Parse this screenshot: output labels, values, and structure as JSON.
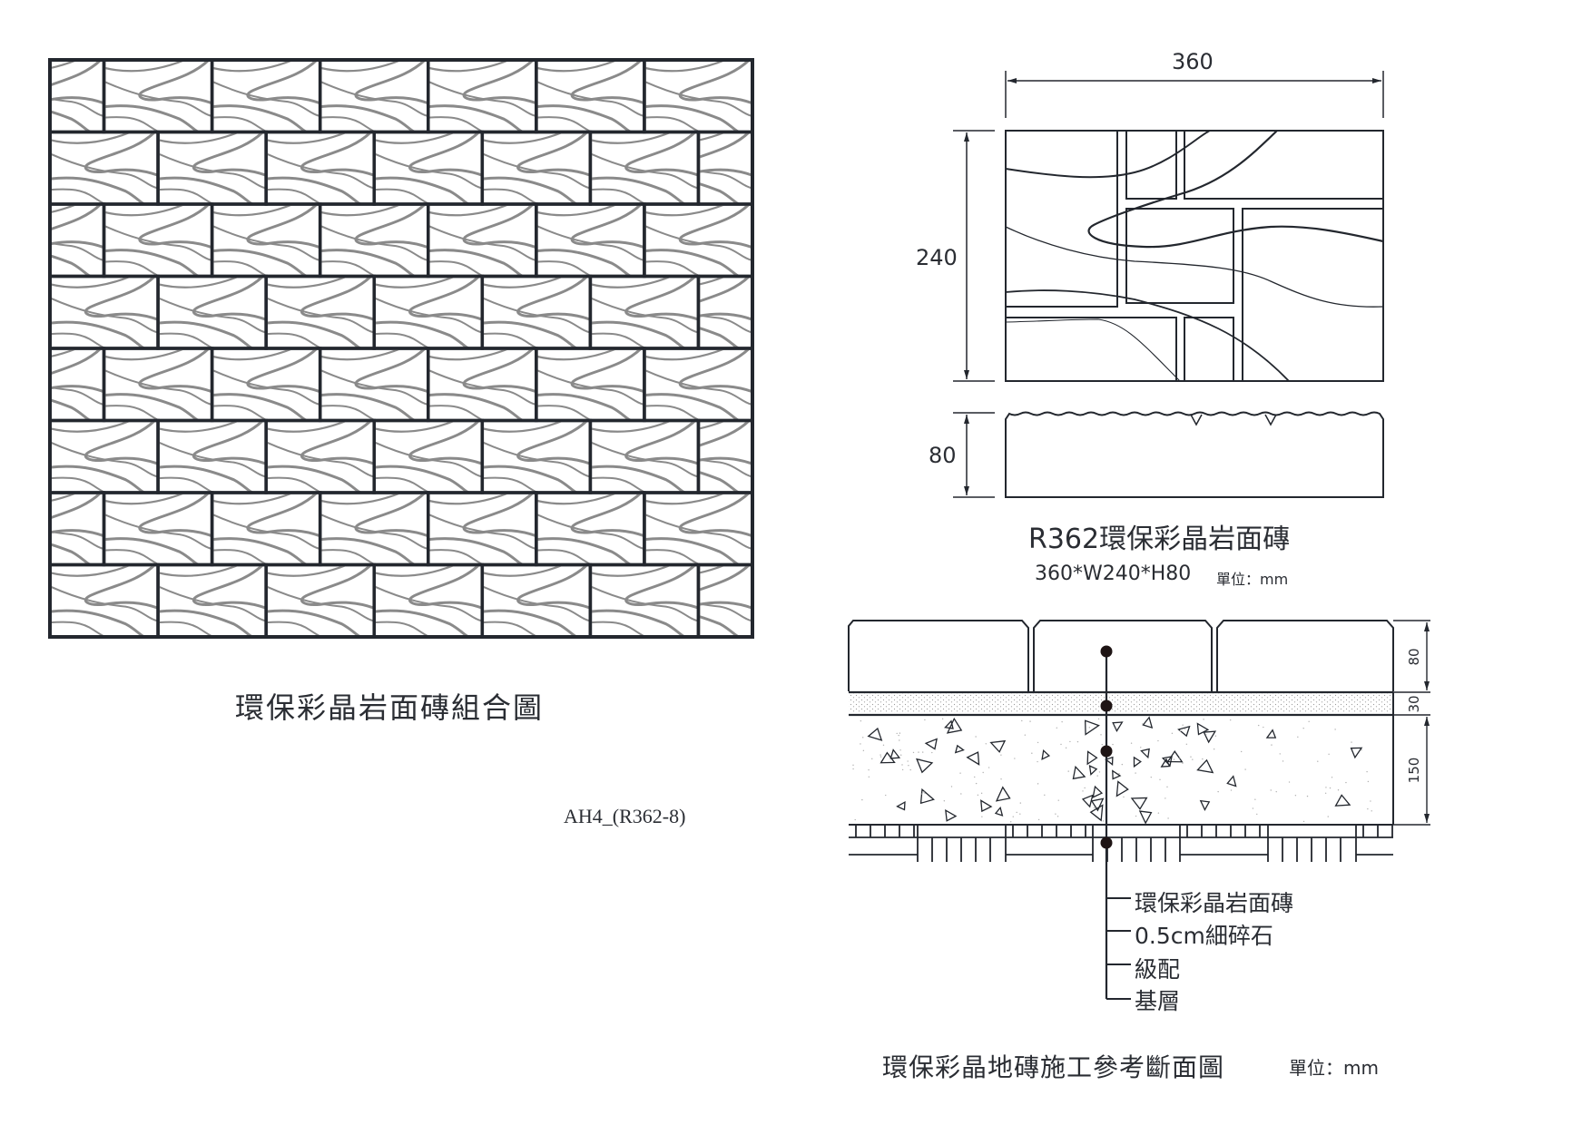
{
  "pattern_view": {
    "caption": "環保彩晶岩面磚組合圖",
    "drawing_code": "AH4_(R362-8)",
    "rows": 8,
    "full_tiles_per_row": 6.5
  },
  "unit_view": {
    "width_dim": "360",
    "depth_dim": "240",
    "height_dim": "80",
    "product_title": "R362環保彩晶岩面磚",
    "spec": "360*W240*H80",
    "unit_label": "單位：mm"
  },
  "section_view": {
    "layer_dims": [
      "80",
      "30",
      "150"
    ],
    "legend": [
      "環保彩晶岩面磚",
      "0.5cm細碎石",
      "級配",
      "基層"
    ],
    "caption": "環保彩晶地磚施工參考斷面圖",
    "unit_label": "單位：mm"
  },
  "colors": {
    "line": "#23272e",
    "texture": "#8a8a8a",
    "marker": "#1e1414"
  }
}
